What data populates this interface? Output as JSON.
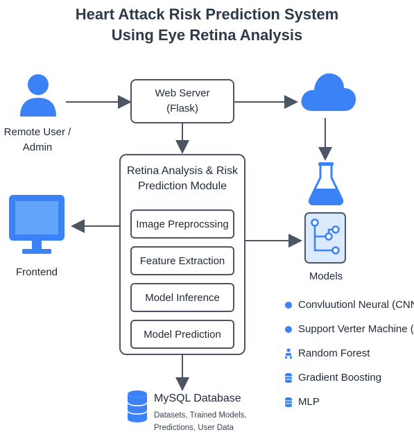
{
  "title": {
    "line1": "Heart Attack Risk Prediction System",
    "line2": "Using Eye Retina Analysis"
  },
  "nodes": {
    "user": {
      "line1": "Remote User /",
      "line2": "Admin",
      "icon": "user-icon"
    },
    "web_server": {
      "line1": "Web Server",
      "line2": "(Flask)"
    },
    "cloud": {
      "icon": "cloud-icon"
    },
    "flask": {
      "icon": "flask-icon"
    },
    "frontend": {
      "label": "Frontend",
      "icon": "monitor-icon"
    },
    "models": {
      "label": "Models",
      "icon": "circuit-icon"
    },
    "module": {
      "title_line1": "Retina Analysis & Risk",
      "title_line2": "Prediction Module",
      "steps": [
        "Image Preprocssing",
        "Feature Extraction",
        "Model Inference",
        "Model Prediction"
      ]
    },
    "database": {
      "title": "MySQL Database",
      "sub_line1": "Datasets, Trained Models,",
      "sub_line2": "Predictions, User Data",
      "icon": "database-icon"
    }
  },
  "model_list": [
    {
      "label": "Convluutionl Neural (CNN",
      "icon": "circle-icon"
    },
    {
      "label": "Support Verter Machine (S",
      "icon": "circle-icon"
    },
    {
      "label": "Random Forest",
      "icon": "tree-icon"
    },
    {
      "label": "Gradient Boosting",
      "icon": "cylinder-icon"
    },
    {
      "label": "MLP",
      "icon": "cylinder-icon"
    }
  ],
  "colors": {
    "accent": "#3b82f6",
    "stroke": "#4b5563",
    "text": "#1f2937"
  }
}
